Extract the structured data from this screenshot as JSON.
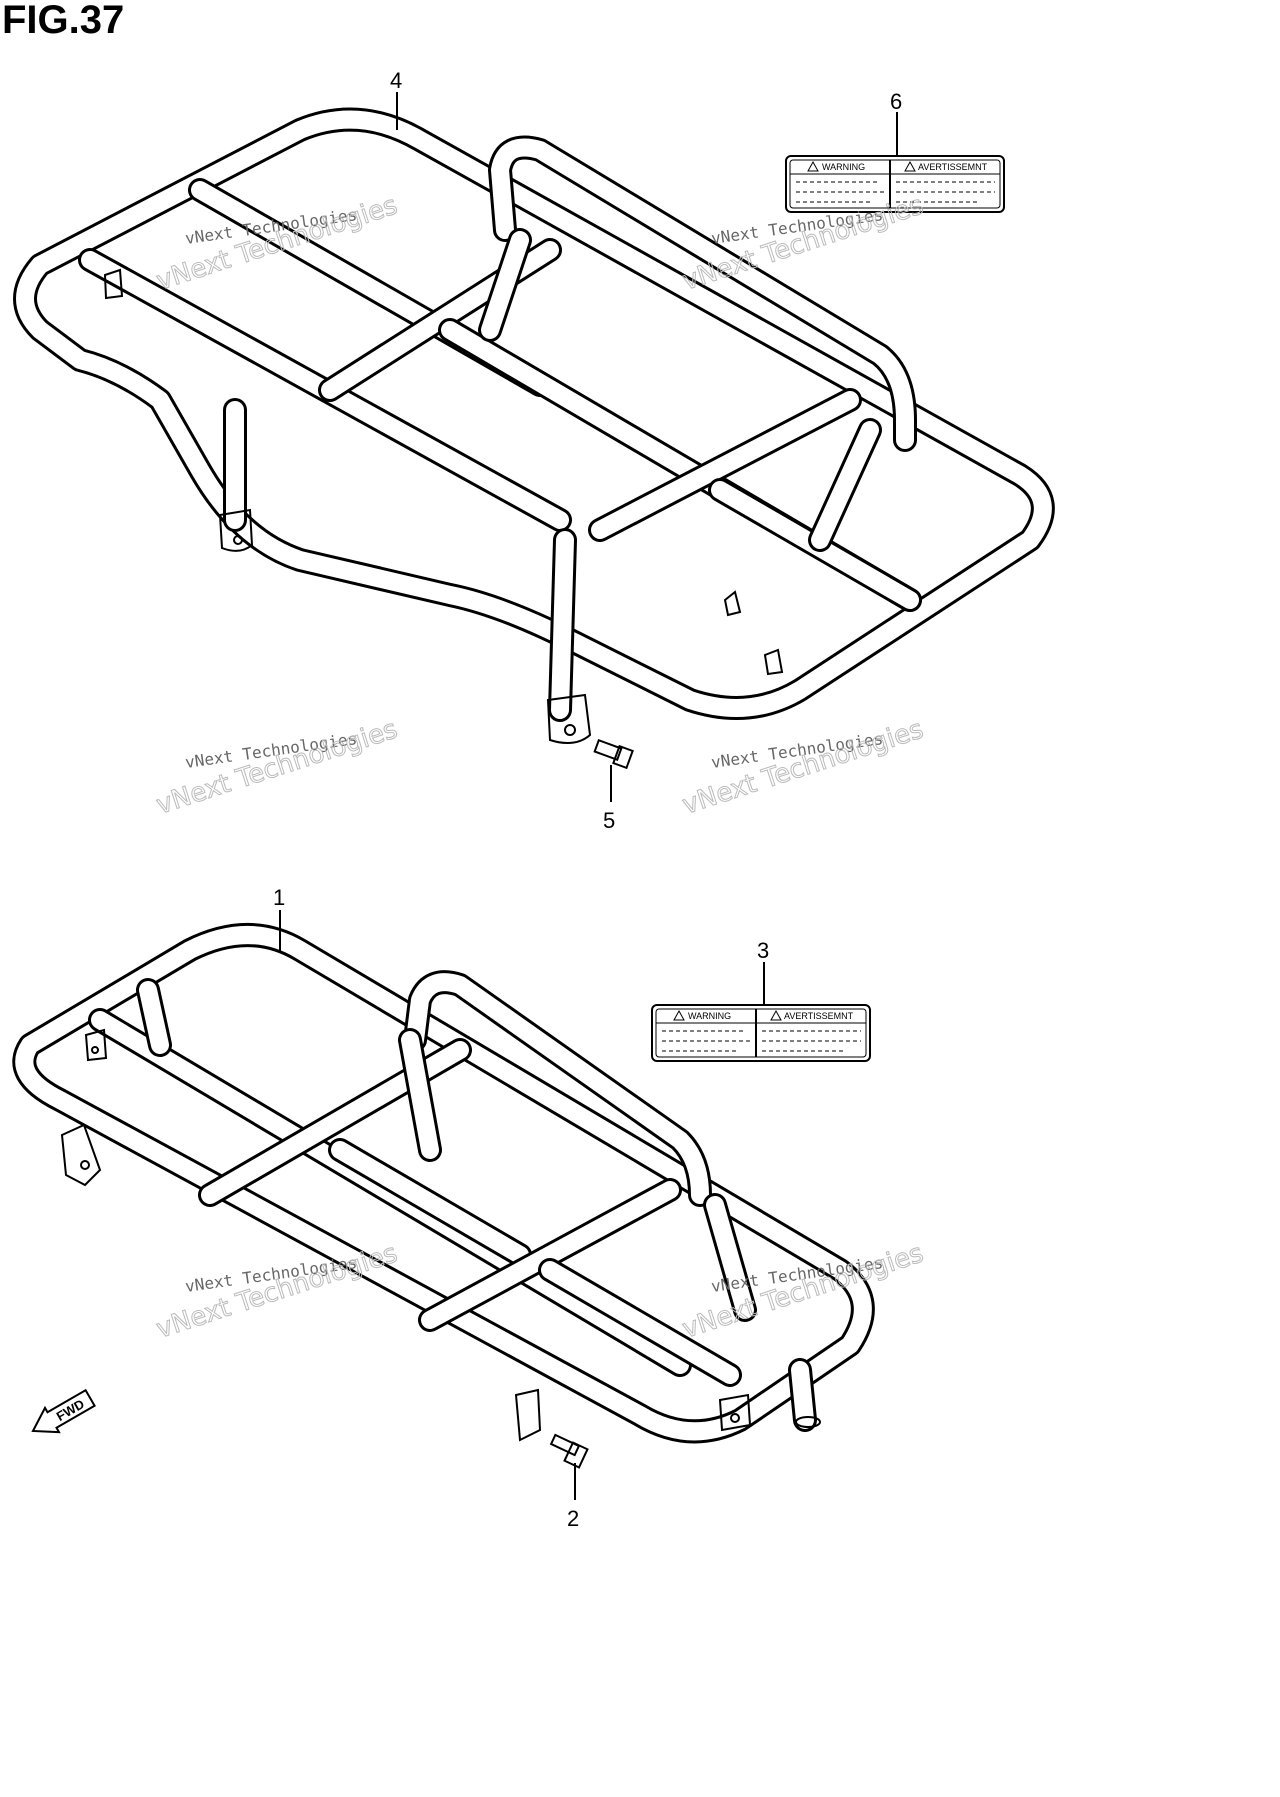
{
  "figure": {
    "title": "FIG.37"
  },
  "callouts": {
    "c1": "1",
    "c2": "2",
    "c3": "3",
    "c4": "4",
    "c5": "5",
    "c6": "6"
  },
  "labels": {
    "warning": "WARNING",
    "avertissement": "AVERTISSEMNT"
  },
  "direction_arrow": {
    "text": "FWD"
  },
  "watermark": {
    "line1": "vNext Technologies",
    "line2": "vNext Technologies"
  }
}
